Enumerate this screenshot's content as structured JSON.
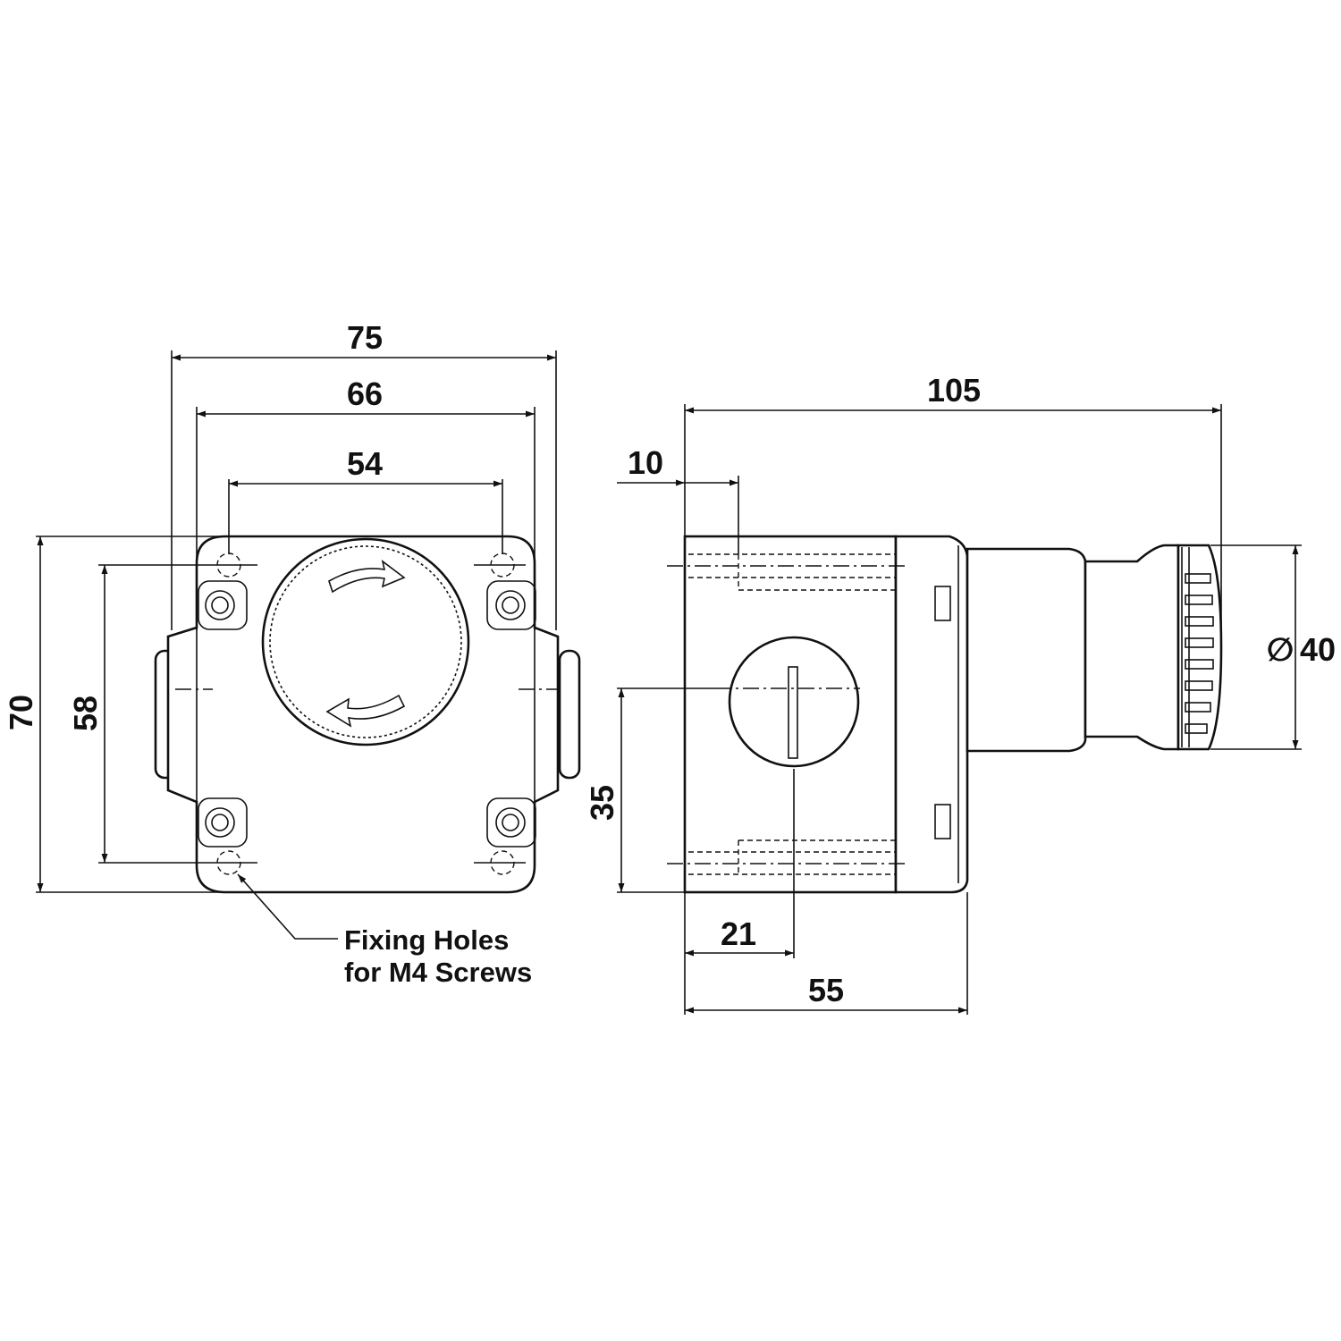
{
  "front_view": {
    "dim_overall_width": "75",
    "dim_body_width": "66",
    "dim_hole_spacing_h": "54",
    "dim_overall_height": "70",
    "dim_hole_spacing_v": "58",
    "note_line1": "Fixing Holes",
    "note_line2": "for M4 Screws"
  },
  "side_view": {
    "dim_overall_length": "105",
    "dim_hole_depth": "10",
    "dim_head_diameter_symbol": "∅",
    "dim_head_diameter": "40",
    "dim_entry_height": "35",
    "dim_entry_offset": "21",
    "dim_body_depth": "55"
  },
  "colors": {
    "line": "#111111",
    "background": "#ffffff"
  }
}
